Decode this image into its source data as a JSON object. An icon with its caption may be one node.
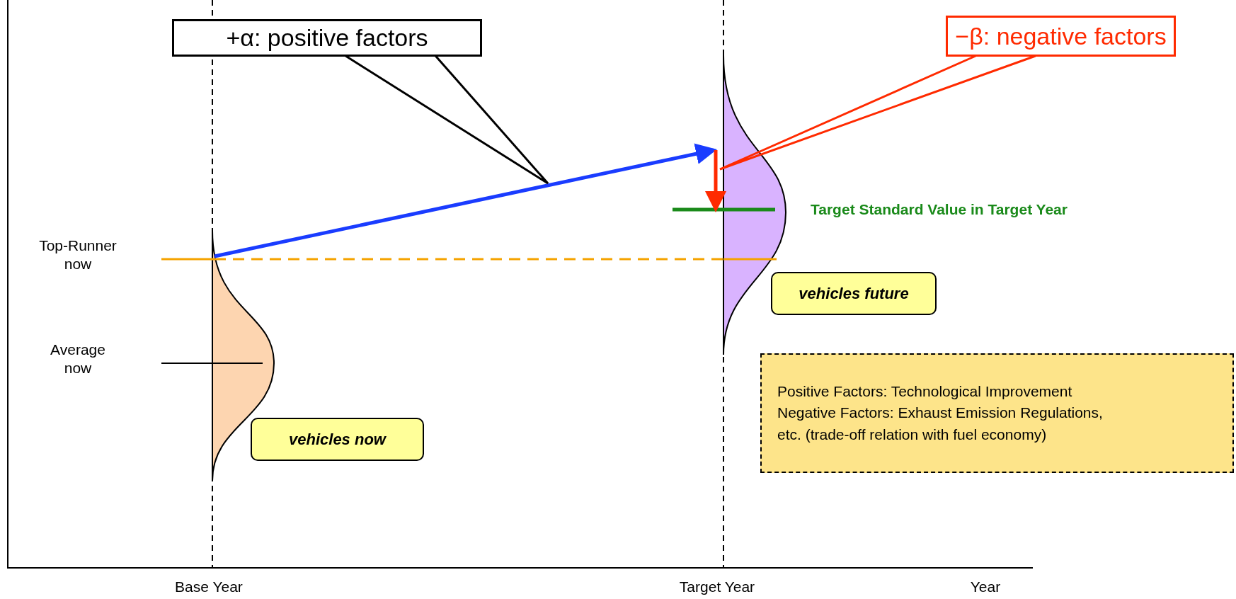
{
  "diagram": {
    "nodes": [
      {
        "text": [
          "+α: positive factors"
        ]
      },
      {
        "text": [
          "−β: negative factors"
        ]
      },
      {
        "text": [
          "vehicles future"
        ]
      },
      {
        "text": [
          "vehicles now"
        ]
      },
      {
        "text": [
          "Positive Factors: Technological Improvement",
          "Negative Factors: Exhaust Emission Regulations, etc. (trade-off relation with fuel economy)"
        ]
      }
    ],
    "edges": [
      {
        "from": 0,
        "to": null,
        "arrow": "none",
        "color": "#000000"
      },
      {
        "from": 1,
        "to": null,
        "arrow": "none",
        "color": "#ff2a00"
      }
    ],
    "labels": [
      "Top-Runner now",
      "Average now",
      "Target Standard Value in Target Year",
      "Base Year",
      "Target Year",
      "Year"
    ]
  }
}
